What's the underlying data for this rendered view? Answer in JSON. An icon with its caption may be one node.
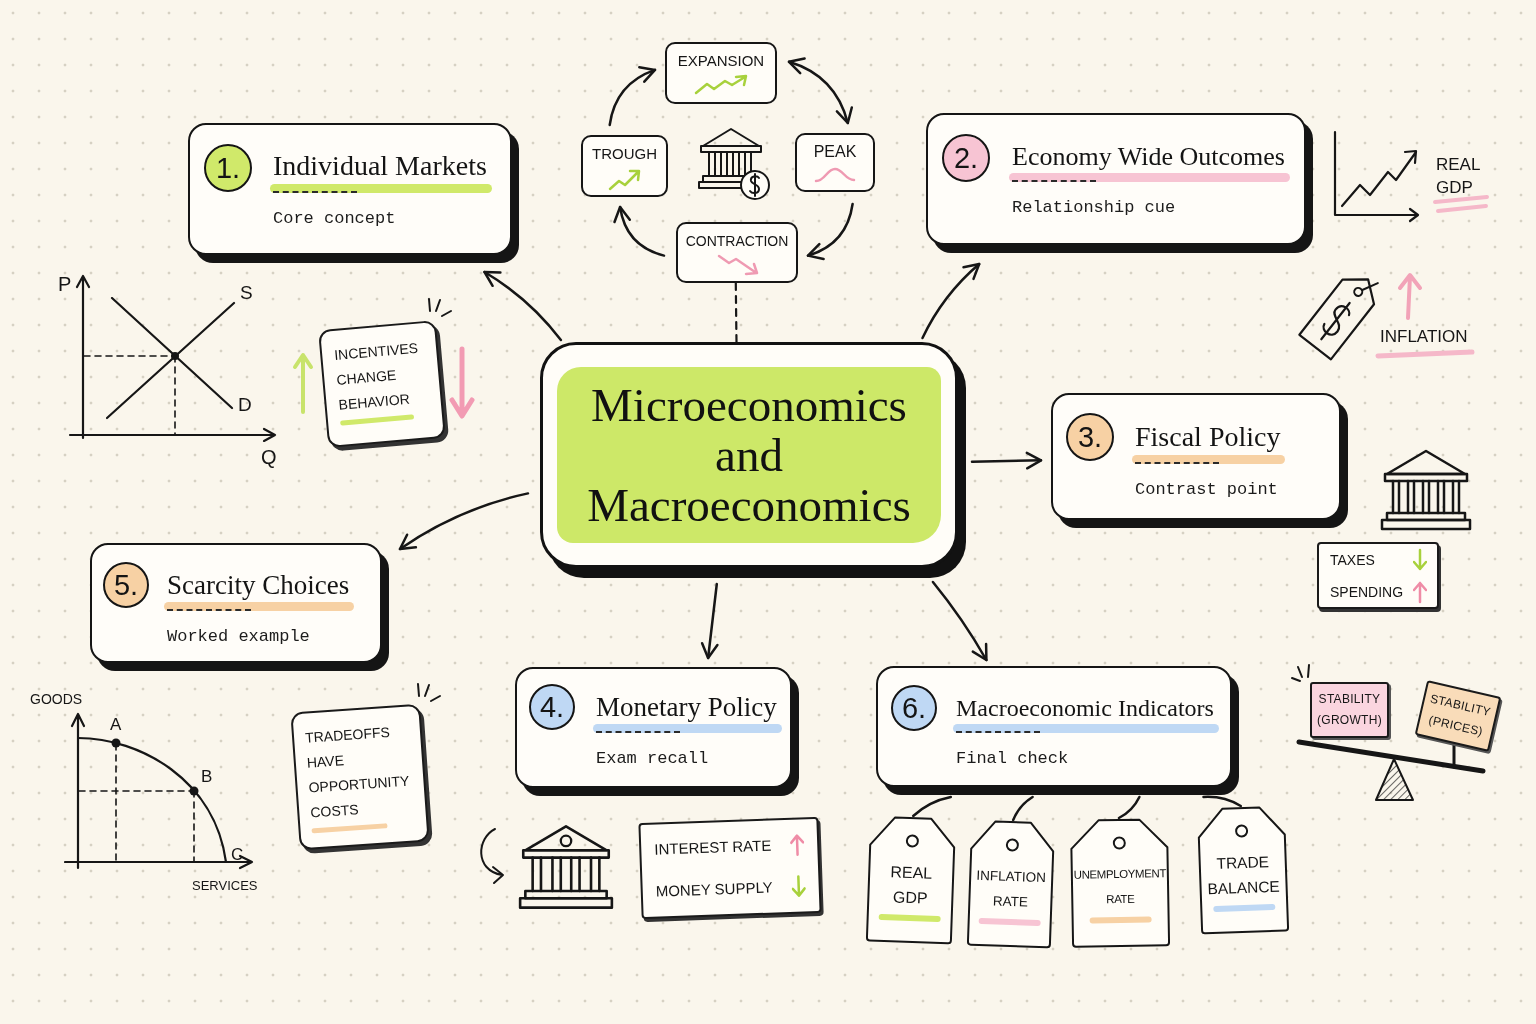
{
  "diagram": {
    "nodes": [
      {
        "text": [
          "Microeconomics and Macroeconomics"
        ]
      },
      {
        "text": [
          "Individual Markets",
          "Core concept"
        ]
      },
      {
        "text": [
          "1."
        ],
        "in": 1
      },
      {
        "text": [
          "Economy Wide Outcomes",
          "Relationship cue"
        ]
      },
      {
        "text": [
          "2."
        ],
        "in": 3
      },
      {
        "text": [
          "Fiscal Policy",
          "Contrast point"
        ]
      },
      {
        "text": [
          "3."
        ],
        "in": 5
      },
      {
        "text": [
          "Monetary Policy",
          "Exam recall"
        ]
      },
      {
        "text": [
          "4."
        ],
        "in": 7
      },
      {
        "text": [
          "Scarcity Choices",
          "Worked example"
        ]
      },
      {
        "text": [
          "5."
        ],
        "in": 9
      },
      {
        "text": [
          "Macroeconomic Indicators",
          "Final check"
        ]
      },
      {
        "text": [
          "6."
        ],
        "in": 11
      },
      {
        "text": [
          "EXPANSION"
        ]
      },
      {
        "text": [
          "PEAK"
        ]
      },
      {
        "text": [
          "CONTRACTION"
        ]
      },
      {
        "text": [
          "TROUGH"
        ]
      },
      {
        "text": [
          "INCENTIVES CHANGE BEHAVIOR"
        ]
      },
      {
        "text": [
          "TRADEOFFS HAVE OPPORTUNITY COSTS"
        ]
      },
      {
        "text": [
          "TAXES",
          "SPENDING"
        ]
      },
      {
        "text": [
          "INTEREST RATE",
          "MONEY SUPPLY"
        ]
      },
      {
        "text": [
          "STABILITY (GROWTH)"
        ]
      },
      {
        "text": [
          "STABILITY (PRICES)"
        ]
      },
      {
        "text": [
          "REAL GDP"
        ]
      },
      {
        "text": [
          "INFLATION RATE"
        ]
      },
      {
        "text": [
          "UNEMPLOYMENT RATE"
        ]
      },
      {
        "text": [
          "TRADE BALANCE"
        ]
      }
    ],
    "edges": [
      {
        "from": 0,
        "to": 1,
        "arrow": "to"
      },
      {
        "from": 0,
        "to": 3,
        "arrow": "to"
      },
      {
        "from": 0,
        "to": 5,
        "arrow": "to"
      },
      {
        "from": 0,
        "to": 7,
        "arrow": "to"
      },
      {
        "from": 0,
        "to": 9,
        "arrow": "to"
      },
      {
        "from": 0,
        "to": 11,
        "arrow": "to"
      },
      {
        "from": 13,
        "to": 14,
        "arrow": "both"
      },
      {
        "from": 14,
        "to": 15,
        "arrow": "to"
      },
      {
        "from": 15,
        "to": 16,
        "arrow": "to"
      },
      {
        "from": 16,
        "to": 13,
        "arrow": "to"
      },
      {
        "from": 15,
        "to": 0,
        "arrow": "none",
        "style": "dashed"
      },
      {
        "from": 11,
        "to": 23,
        "arrow": "none"
      },
      {
        "from": 11,
        "to": 24,
        "arrow": "none"
      },
      {
        "from": 11,
        "to": 25,
        "arrow": "none"
      },
      {
        "from": 11,
        "to": 26,
        "arrow": "none"
      }
    ],
    "labels": [
      "REAL GDP",
      "P",
      "S",
      "INFLATION",
      "D",
      "Q",
      "GOODS",
      "A",
      "B",
      "C",
      "SERVICES"
    ]
  }
}
